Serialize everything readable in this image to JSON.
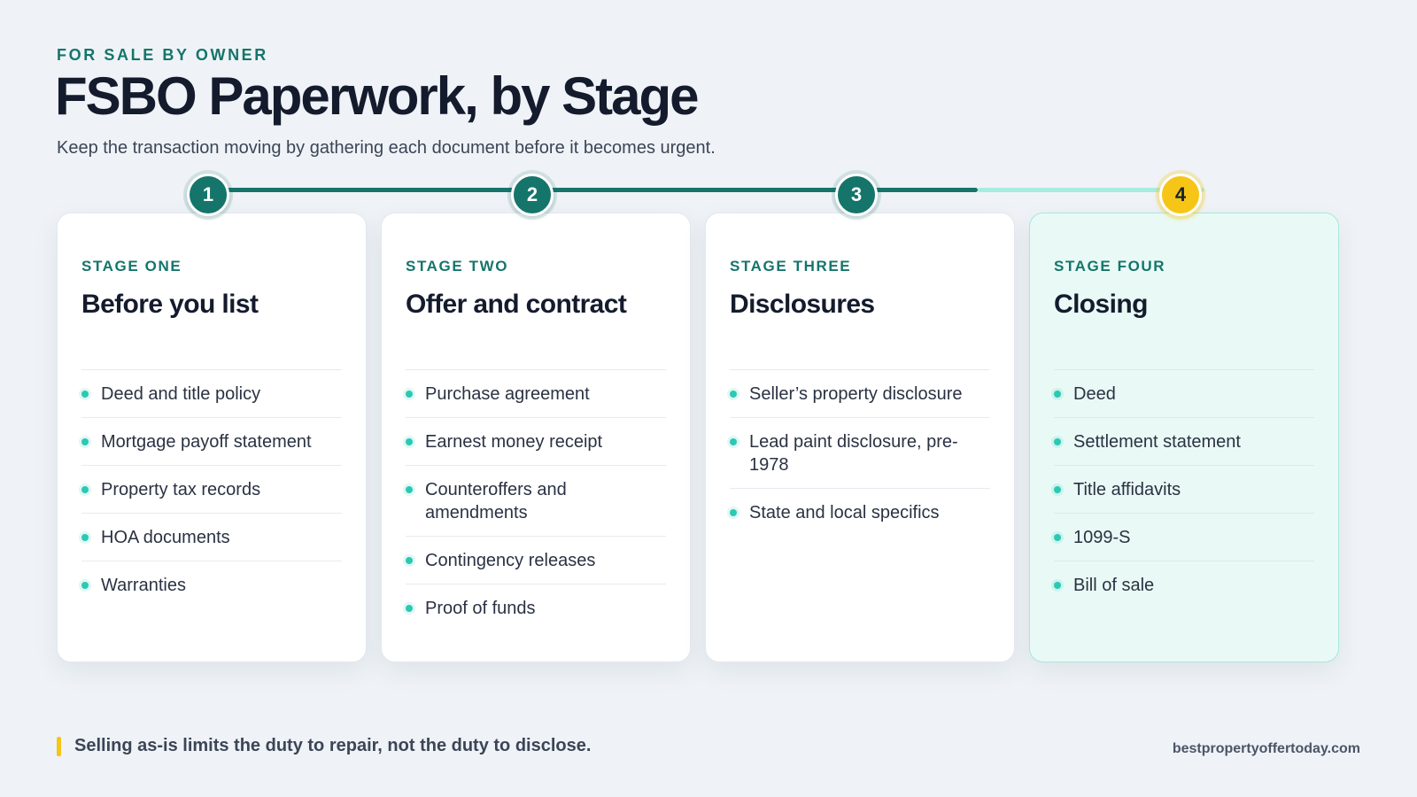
{
  "header": {
    "eyebrow": "FOR SALE BY OWNER",
    "title": "FSBO Paperwork, by Stage",
    "subtitle": "Keep the transaction moving by gathering each document before it becomes urgent."
  },
  "colors": {
    "accent": "#15756b",
    "current_step": "#f6c515",
    "bullet": "#2bc9b4",
    "highlight_card": "#e9faf6"
  },
  "stages": [
    {
      "number": "1",
      "label": "STAGE ONE",
      "title": "Before you list",
      "status": "done",
      "items": [
        "Deed and title policy",
        "Mortgage payoff statement",
        "Property tax records",
        "HOA documents",
        "Warranties"
      ]
    },
    {
      "number": "2",
      "label": "STAGE TWO",
      "title": "Offer and contract",
      "status": "done",
      "items": [
        "Purchase agreement",
        "Earnest money receipt",
        "Counteroffers and amendments",
        "Contingency releases",
        "Proof of funds"
      ]
    },
    {
      "number": "3",
      "label": "STAGE THREE",
      "title": "Disclosures",
      "status": "done",
      "items": [
        "Seller’s property disclosure",
        "Lead paint disclosure, pre-1978",
        "State and local specifics"
      ]
    },
    {
      "number": "4",
      "label": "STAGE FOUR",
      "title": "Closing",
      "status": "current",
      "items": [
        "Deed",
        "Settlement statement",
        "Title affidavits",
        "1099-S",
        "Bill of sale"
      ]
    }
  ],
  "footer": {
    "note": "Selling as-is limits the duty to repair, not the duty to disclose.",
    "site": "bestpropertyoffertoday.com"
  }
}
